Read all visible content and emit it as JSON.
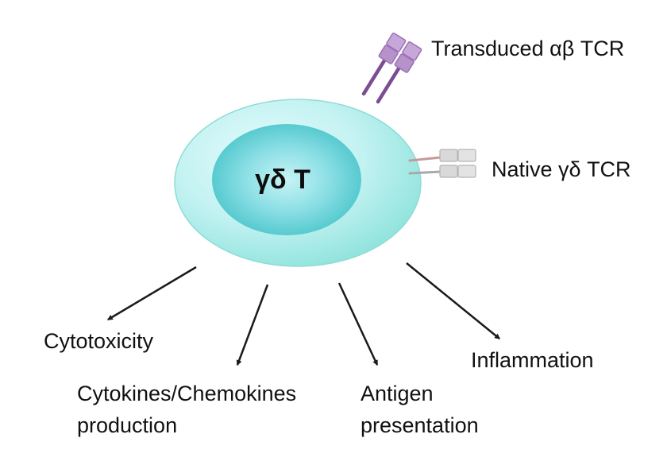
{
  "nucleus": {
    "label": "γδ T"
  },
  "receptors": {
    "transduced": {
      "label": "Transduced αβ TCR",
      "color": "#b592c9",
      "stalk_color": "#7b4d92"
    },
    "native": {
      "label": "Native γδ TCR",
      "color": "#d6d6d6",
      "stalk_color": "#a9a9a9"
    }
  },
  "cell": {
    "membrane_color": "#a6ebe6",
    "nucleus_color": "#49c8cc"
  },
  "functions": {
    "cytotoxicity": "Cytotoxicity",
    "cytokines": {
      "line1": "Cytokines/Chemokines",
      "line2": "production"
    },
    "antigen": {
      "line1": "Antigen",
      "line2": "presentation"
    },
    "inflammation": "Inflammation"
  }
}
